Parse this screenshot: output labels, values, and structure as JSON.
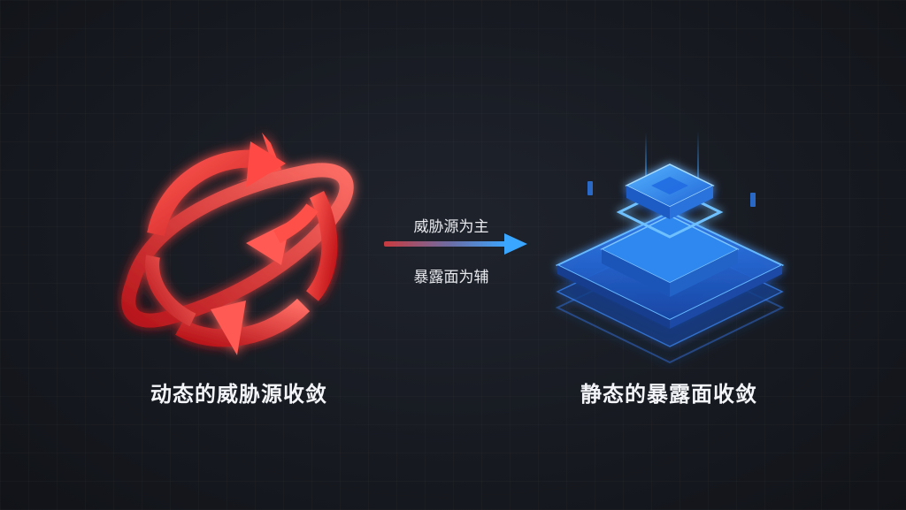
{
  "left": {
    "title": "动态的威胁源收敛",
    "icon": "cycle-arrows-icon",
    "color": "#e8322f"
  },
  "right": {
    "title": "静态的暴露面收敛",
    "icon": "layered-stack-icon",
    "color": "#2f7cf0"
  },
  "transition": {
    "top_text": "威胁源为主",
    "bottom_text": "暴露面为辅",
    "gradient_from": "#d23a3a",
    "gradient_to": "#3aa0ff"
  }
}
